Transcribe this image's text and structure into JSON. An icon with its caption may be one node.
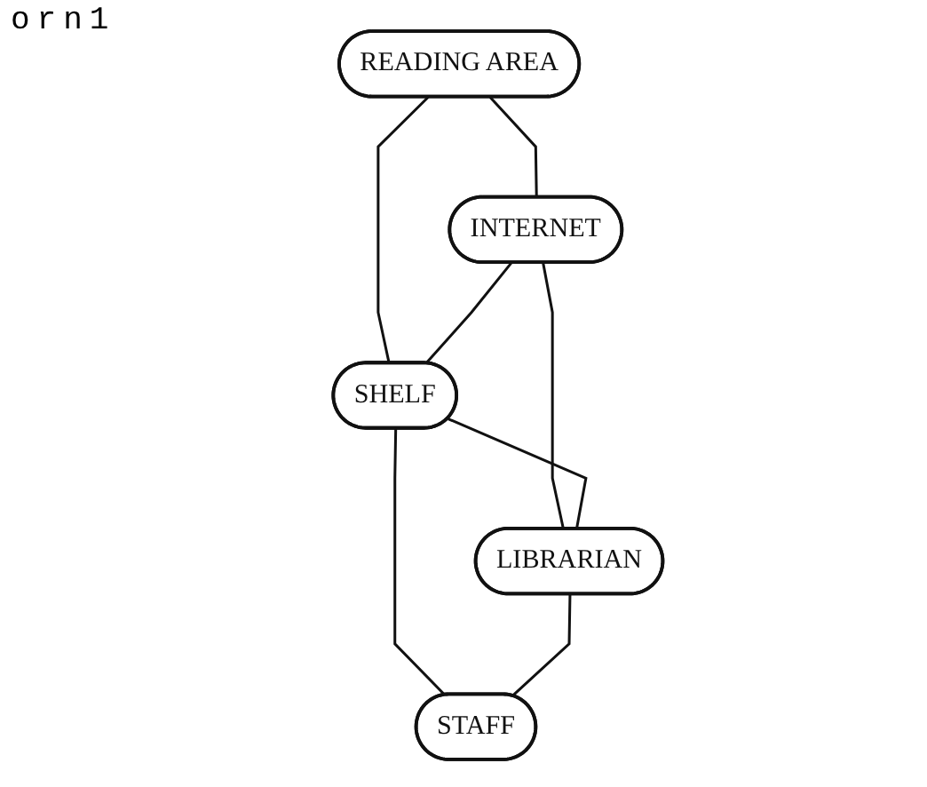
{
  "diagram": {
    "nodes": [
      {
        "text": [
          "READING AREA"
        ]
      },
      {
        "text": [
          "INTERNET"
        ]
      },
      {
        "text": [
          "SHELF"
        ]
      },
      {
        "text": [
          "LIBRARIAN"
        ]
      },
      {
        "text": [
          "STAFF"
        ]
      }
    ],
    "edges": [
      {
        "from": 0,
        "to": 1,
        "arrow": "none"
      },
      {
        "from": 0,
        "to": 2,
        "arrow": "none"
      },
      {
        "from": 1,
        "to": 2,
        "arrow": "none"
      },
      {
        "from": 1,
        "to": 3,
        "arrow": "none"
      },
      {
        "from": 2,
        "to": 3,
        "arrow": "none"
      },
      {
        "from": 2,
        "to": 4,
        "arrow": "none"
      },
      {
        "from": 3,
        "to": 4,
        "arrow": "none"
      }
    ],
    "labels": [
      "orn1"
    ]
  }
}
